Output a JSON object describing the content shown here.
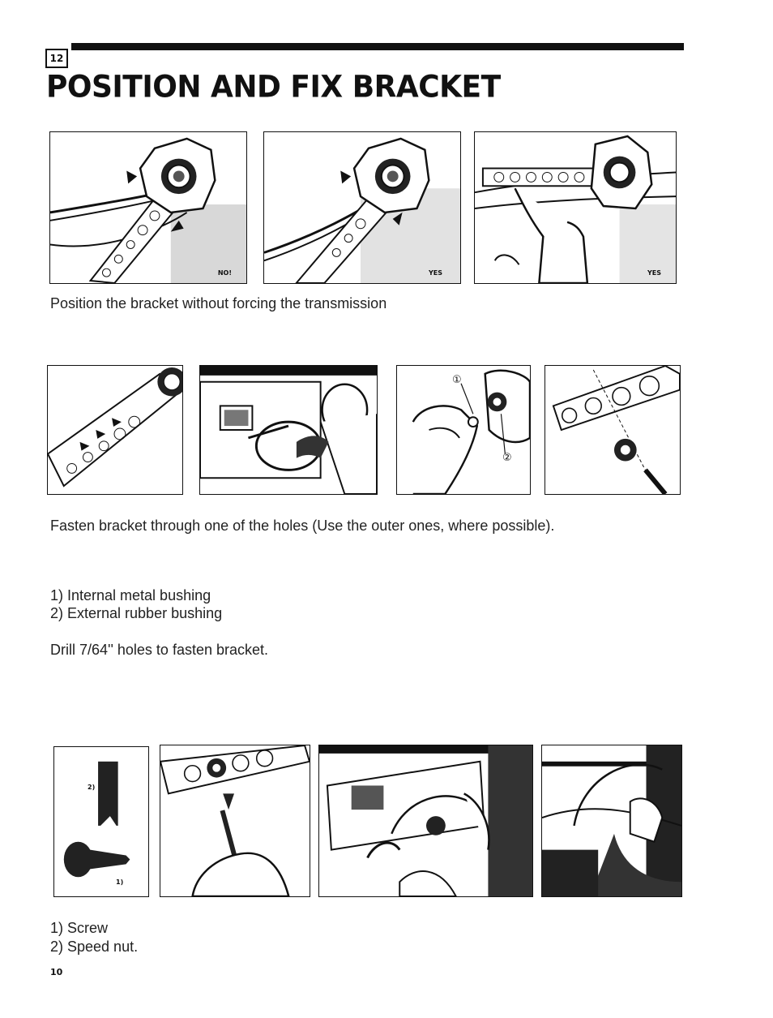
{
  "header": {
    "step_number": "12",
    "title": "POSITION AND FIX BRACKET"
  },
  "section1": {
    "caption": "Position the bracket without forcing the transmission",
    "panels": [
      {
        "tag": "NO!"
      },
      {
        "tag": "YES"
      },
      {
        "tag": "YES"
      }
    ]
  },
  "section2": {
    "caption": "Fasten bracket through one of the holes (Use the outer ones, where possible).",
    "callout_1": "①",
    "callout_2": "②",
    "list": [
      "1) Internal metal bushing",
      "2) External rubber bushing"
    ],
    "drill_note": "Drill 7/64'' holes to fasten bracket."
  },
  "section3": {
    "label_speed_nut": "2)",
    "label_screw": "1)",
    "list": [
      "1) Screw",
      "2) Speed nut."
    ]
  },
  "footer": {
    "page_number": "10"
  }
}
